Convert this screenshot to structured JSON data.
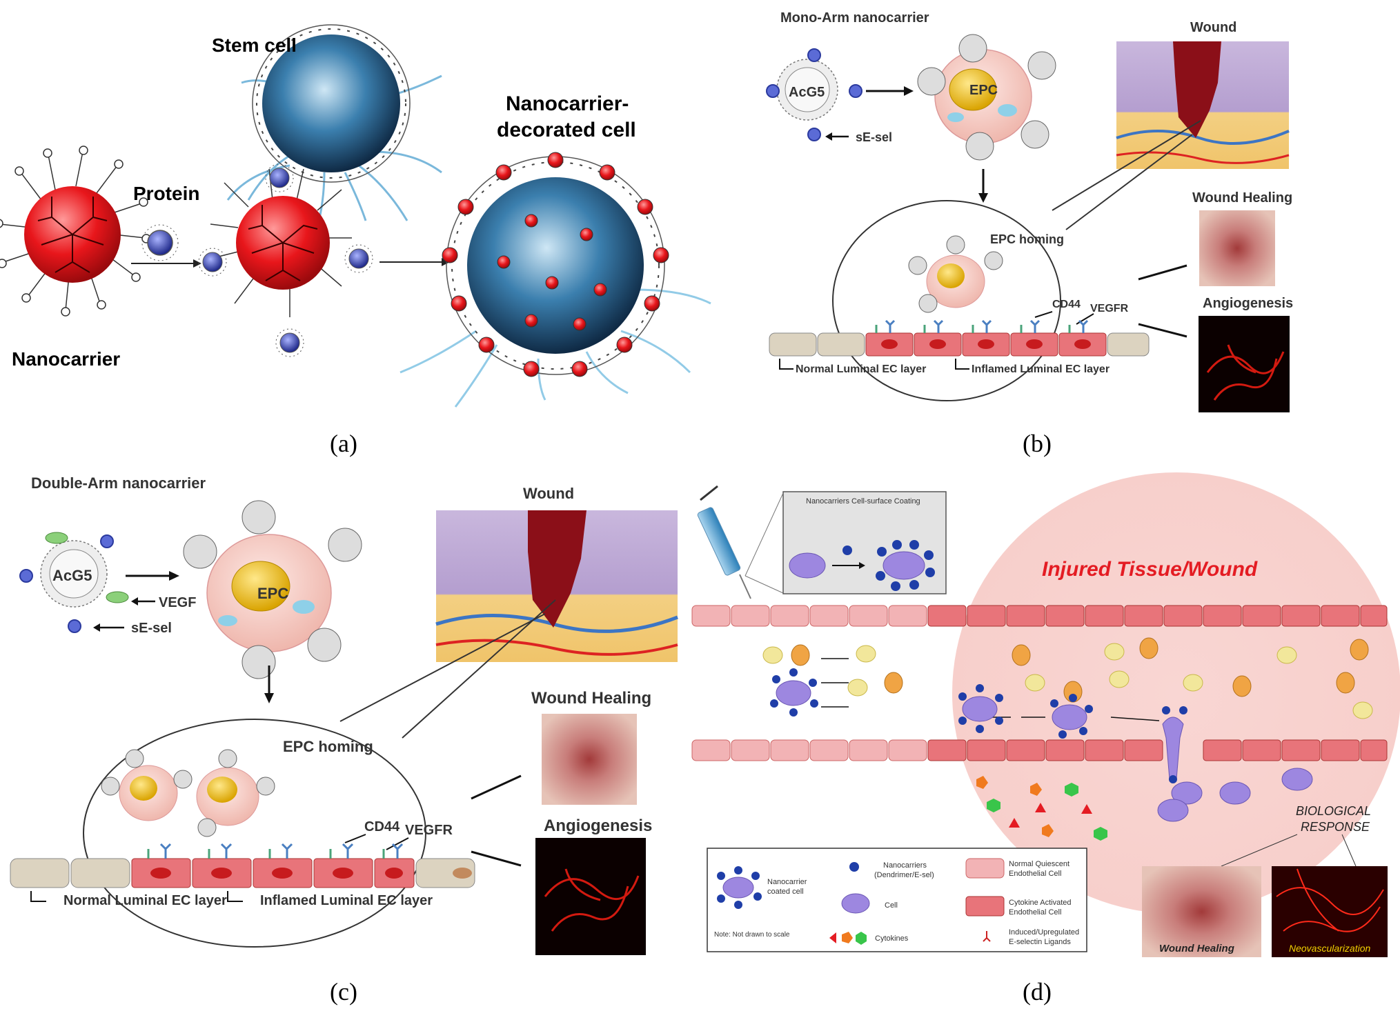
{
  "panel_a": {
    "caption": "(a)",
    "stem_cell": "Stem cell",
    "protein": "Protein",
    "decorated_line1": "Nanocarrier-",
    "decorated_line2": "decorated cell",
    "nanocarrier": "Nanocarrier"
  },
  "panel_b": {
    "caption": "(b)",
    "title": "Mono-Arm nanocarrier",
    "acgs": "AcG5",
    "sesel": "sE-sel",
    "epc": "EPC",
    "wound": "Wound",
    "epc_homing": "EPC homing",
    "cd44": "CD44",
    "vegfr": "VEGFR",
    "normal_layer": "Normal Luminal EC layer",
    "inflamed_layer": "Inflamed Luminal EC layer",
    "wound_healing": "Wound Healing",
    "angiogenesis": "Angiogenesis"
  },
  "panel_c": {
    "caption": "(c)",
    "title": "Double-Arm nanocarrier",
    "acgs": "AcG5",
    "vegf": "VEGF",
    "sesel": "sE-sel",
    "epc": "EPC",
    "wound": "Wound",
    "epc_homing": "EPC homing",
    "cd44": "CD44",
    "vegfr": "VEGFR",
    "normal_layer": "Normal Luminal EC layer",
    "inflamed_layer": "Inflamed Luminal EC layer",
    "wound_healing": "Wound Healing",
    "angiogenesis": "Angiogenesis"
  },
  "panel_d": {
    "caption": "(d)",
    "coating_title": "Nanocarriers Cell-surface Coating",
    "injured": "Injured Tissue/Wound",
    "bio1": "BIOLOGICAL",
    "bio2": "RESPONSE",
    "wound_healing": "Wound Healing",
    "neovascularization": "Neovascularization",
    "legend": {
      "coated1": "Nanocarrier",
      "coated2": "coated cell",
      "nano1": "Nanocarriers",
      "nano2": "(Dendrimer/E-sel)",
      "cell": "Cell",
      "normal1": "Normal Quiescent",
      "normal2": "Endothelial Cell",
      "activated1": "Cytokine Activated",
      "activated2": "Endothelial Cell",
      "cytokines": "Cytokines",
      "ligand1": "Induced/Upregulated",
      "ligand2": "E-selectin Ligands",
      "note": "Note: Not drawn to scale"
    }
  },
  "colors": {
    "nanocarrier_red": "#e8161b",
    "protein_blue": "#2b3a9e",
    "inflamed_ec": "#e8747a",
    "normal_ec": "#d9cbb3",
    "injured_area": "#f9d6d3",
    "wound_red": "#e41c23",
    "cell_purple": "#9d87e0",
    "yellow_text": "#f2d200"
  }
}
